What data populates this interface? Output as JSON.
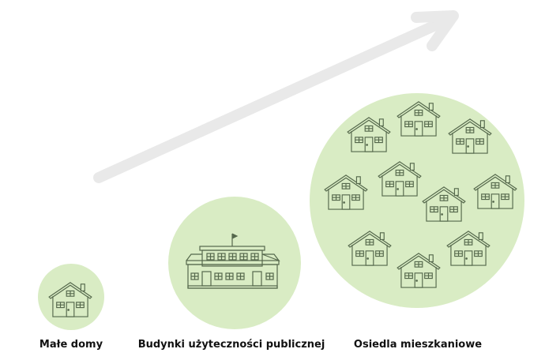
{
  "colors": {
    "circle": "#d9ecc4",
    "line": "#55684c",
    "arrow": "#e9e9e9",
    "text": "#111111"
  },
  "categories": [
    {
      "label": "Małe domy",
      "icon": "house-icon",
      "count": 1
    },
    {
      "label": "Budynki użyteczności publicznej",
      "icon": "public-building-icon",
      "count": 1
    },
    {
      "label": "Osiedla mieszkaniowe",
      "icon": "house-icon",
      "count": 10
    }
  ]
}
